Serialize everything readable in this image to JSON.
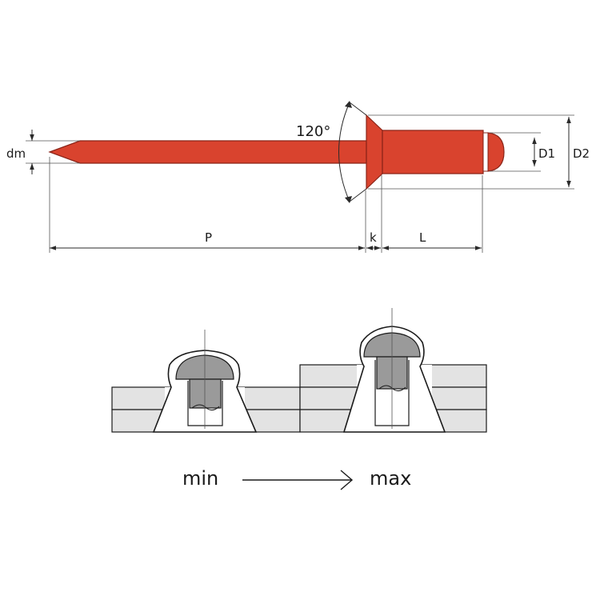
{
  "colors": {
    "rivet_body": "#d9432e",
    "rivet_outline": "#8a2418",
    "plate_fill": "#e3e3e3",
    "rivet_section_fill": "#9a9a9a",
    "outline": "#1a1a1a",
    "background": "#ffffff"
  },
  "labels": {
    "angle": "120°",
    "dm": "dm",
    "d1": "D1",
    "d2": "D2",
    "p": "P",
    "k": "k",
    "l": "L",
    "min": "min",
    "max": "max"
  },
  "icons": {
    "range_arrow": "arrow-right-icon"
  }
}
